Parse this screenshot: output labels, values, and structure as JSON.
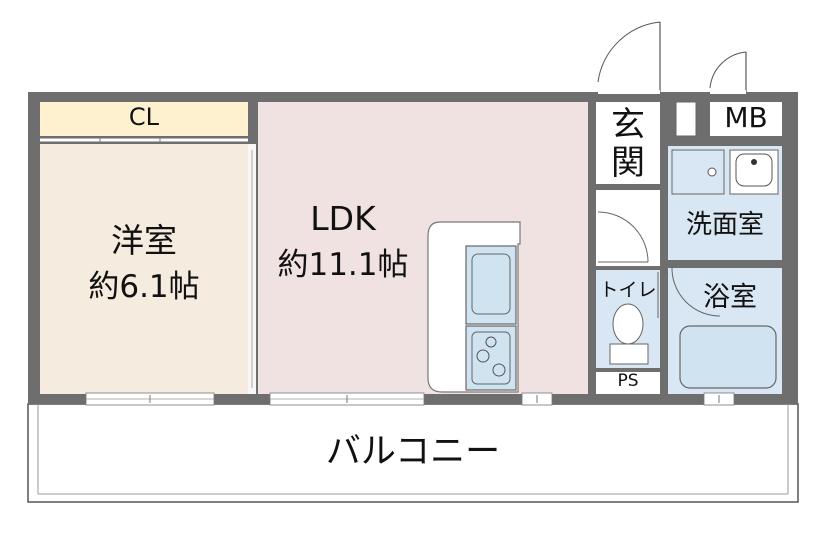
{
  "rooms": {
    "closet": "CL",
    "western_room": {
      "name": "洋室",
      "size": "約6.1帖"
    },
    "ldk": {
      "name": "LDK",
      "size": "約11.1帖"
    },
    "entrance_top": "玄",
    "entrance_bottom": "関",
    "meter_box": "MB",
    "washroom": "洗面室",
    "toilet": "トイレ",
    "bathroom": "浴室",
    "pipe_space": "PS",
    "balcony": "バルコニー"
  },
  "colors": {
    "wall": "#6e6e6e",
    "western_floor": "#f5ebde",
    "closet_floor": "#fdf1cf",
    "ldk_floor": "#f1e2e2",
    "wet_floor": "#d8e7f3",
    "fixture": "#cfe3f1",
    "white": "#ffffff"
  }
}
